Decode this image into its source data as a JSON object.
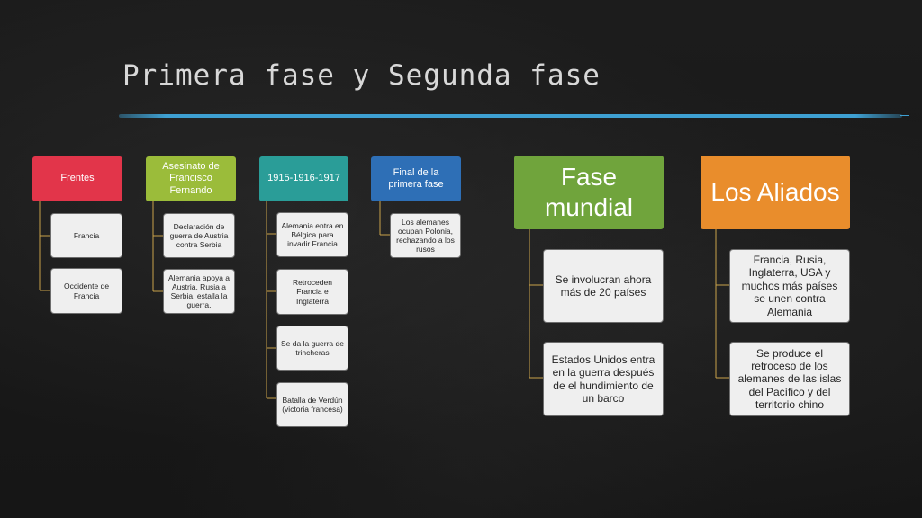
{
  "slide": {
    "title": "Primera fase y Segunda fase"
  },
  "diagram": {
    "columns": [
      {
        "header": "Frentes",
        "items": [
          "Francia",
          "Occidente de Francia"
        ]
      },
      {
        "header": "Asesinato de Francisco Fernando",
        "items": [
          "Declaración de guerra de Austria contra Serbia",
          "Alemania apoya a Austria, Rusia a Serbia, estalla la guerra."
        ]
      },
      {
        "header": "1915-1916-1917",
        "items": [
          "Alemania entra en Bélgica para invadir Francia",
          "Retroceden Francia e Inglaterra",
          "Se da la guerra de trincheras",
          "Batalla de Verdún (victoria francesa)"
        ]
      },
      {
        "header": "Final de la primera fase",
        "items": [
          "Los alemanes ocupan Polonia, rechazando a los rusos"
        ]
      },
      {
        "header": "Fase mundial",
        "items": [
          "Se involucran ahora más de 20 países",
          "Estados Unidos entra en la guerra después de el hundimiento de un barco"
        ]
      },
      {
        "header": "Los Aliados",
        "items": [
          "Francia, Rusia, Inglaterra, USA y muchos más países se unen contra Alemania",
          "Se produce el retroceso de los alemanes de las islas del Pacífico y del territorio chino"
        ]
      }
    ]
  },
  "colors": {
    "background": "#1a1a1a",
    "title_text": "#d8d8d8",
    "rule": "#3ea0d2",
    "frentes": "#e2354a",
    "asesinato": "#9bbc3a",
    "anios": "#2a9d98",
    "final": "#2e6fb6",
    "fase_mundial": "#70a43c",
    "aliados": "#e98d2c",
    "connector": "#c9a24a"
  }
}
